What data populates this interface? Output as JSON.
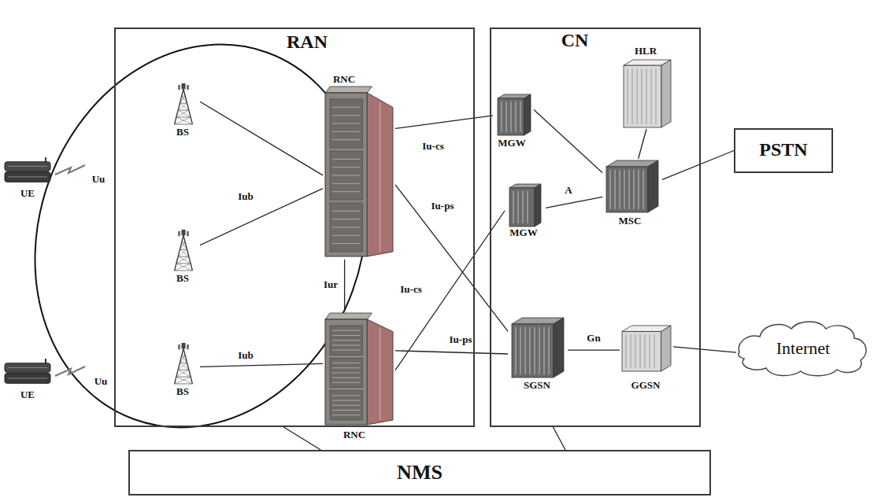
{
  "diagram": {
    "nodes": [
      {
        "text": [
          "UE"
        ]
      },
      {
        "text": [
          "UE"
        ]
      },
      {
        "text": [
          "RAN"
        ]
      },
      {
        "text": [
          "BS"
        ],
        "in": 2
      },
      {
        "text": [
          "BS"
        ],
        "in": 2
      },
      {
        "text": [
          "BS"
        ],
        "in": 2
      },
      {
        "text": [
          "RNC"
        ],
        "in": 2
      },
      {
        "text": [
          "RNC"
        ],
        "in": 2
      },
      {
        "text": [
          "CN"
        ]
      },
      {
        "text": [
          "HLR"
        ],
        "in": 8
      },
      {
        "text": [
          "MGW"
        ],
        "in": 8
      },
      {
        "text": [
          "MGW"
        ],
        "in": 8
      },
      {
        "text": [
          "MSC"
        ],
        "in": 8
      },
      {
        "text": [
          "SGSN"
        ],
        "in": 8
      },
      {
        "text": [
          "GGSN"
        ],
        "in": 8
      },
      {
        "text": [
          "PSTN"
        ]
      },
      {
        "text": [
          "Internet"
        ]
      },
      {
        "text": [
          "NMS"
        ]
      }
    ],
    "edges": [
      {
        "from": 3,
        "to": 6,
        "arrow": "none"
      },
      {
        "from": 4,
        "to": 6,
        "arrow": "none"
      },
      {
        "from": 5,
        "to": 7,
        "label": "Iub",
        "arrow": "none"
      },
      {
        "from": 6,
        "to": 7,
        "label": "Iur",
        "arrow": "none"
      },
      {
        "from": 6,
        "to": 10,
        "label": "Iu-cs",
        "arrow": "none"
      },
      {
        "from": 6,
        "to": 13,
        "label": "Iu-ps",
        "arrow": "none"
      },
      {
        "from": 7,
        "to": 11,
        "label": "Iu-cs",
        "arrow": "none"
      },
      {
        "from": 7,
        "to": 13,
        "label": "Iu-ps",
        "arrow": "none"
      },
      {
        "from": 10,
        "to": 12,
        "arrow": "none"
      },
      {
        "from": 11,
        "to": 12,
        "label": "A",
        "arrow": "none"
      },
      {
        "from": 9,
        "to": 12,
        "arrow": "none"
      },
      {
        "from": 12,
        "to": 15,
        "arrow": "none"
      },
      {
        "from": 13,
        "to": 14,
        "label": "Gn",
        "arrow": "none"
      },
      {
        "from": 14,
        "to": 16,
        "arrow": "none"
      },
      {
        "from": 2,
        "to": 17,
        "arrow": "none"
      },
      {
        "from": 8,
        "to": 17,
        "arrow": "none"
      }
    ],
    "labels": [
      "Uu",
      "Iub",
      "Uu"
    ]
  }
}
